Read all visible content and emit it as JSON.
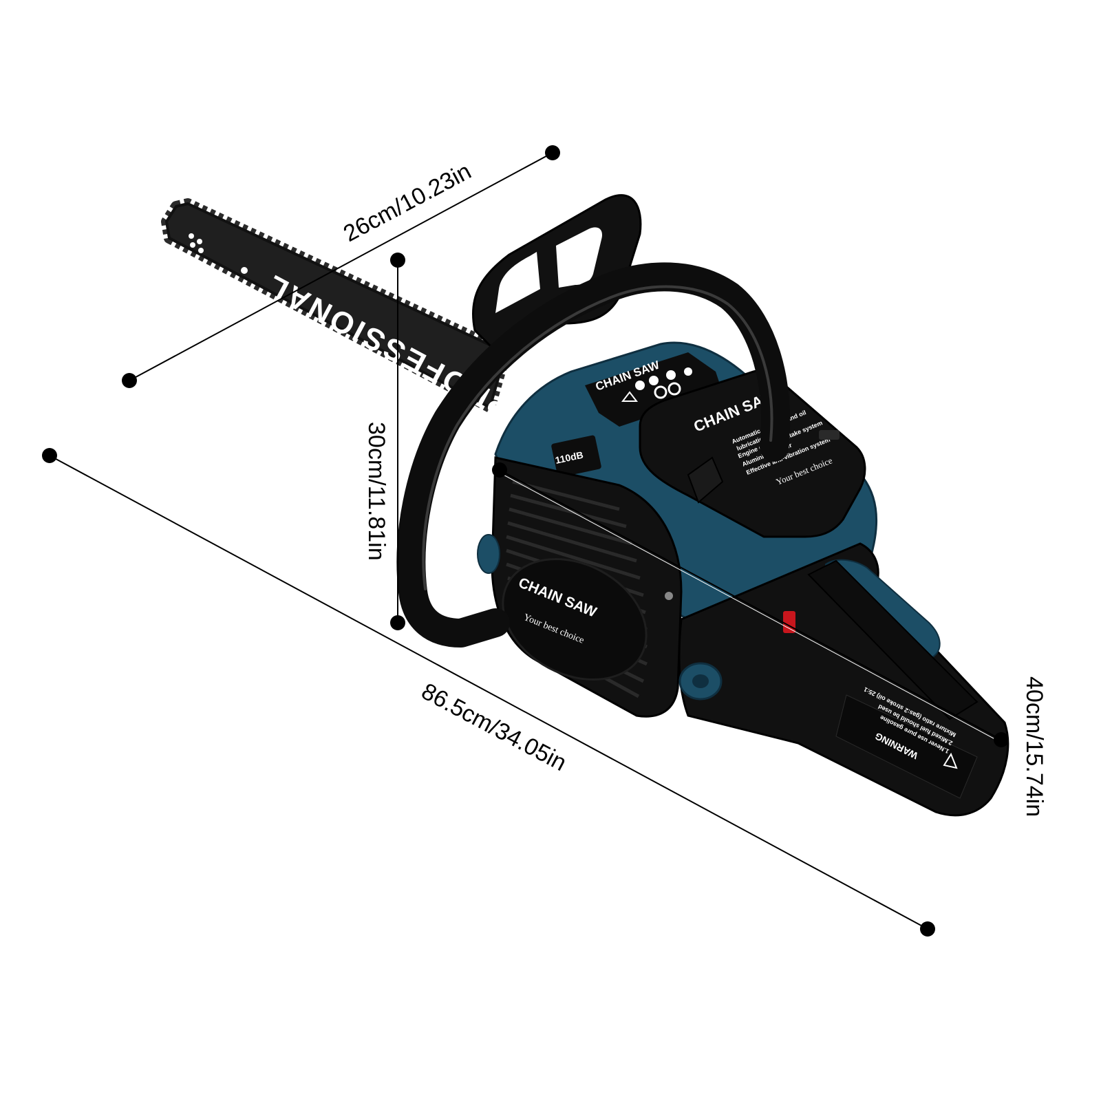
{
  "dimensions": {
    "bar_length": "26cm/10.23in",
    "height": "30cm/11.81in",
    "total_length": "86.5cm/34.05in",
    "body_length": "40cm/15.74in"
  },
  "product": {
    "bar_text": "PROFESSIONAL",
    "label_text": "CHAIN SAW",
    "slogan": "Your best choice",
    "sound_level": "110dB",
    "features": [
      "Automatic oil pump and oil",
      "lubrication",
      "Engine clean air-intake system",
      "Aluminium starter",
      "Effective anti-vibration system"
    ],
    "warning_title": "WARNING",
    "warning_lines": [
      "1.Never use pure gasoline",
      "2.Mixed fuel should be used",
      "Mixture ratio (gas:2 stroke oil) 25:1"
    ]
  },
  "colors": {
    "body_teal": "#1c4e66",
    "plastic_black": "#0d0d0d",
    "bar_gray": "#1f1f1f",
    "trigger_red": "#c8161d"
  }
}
